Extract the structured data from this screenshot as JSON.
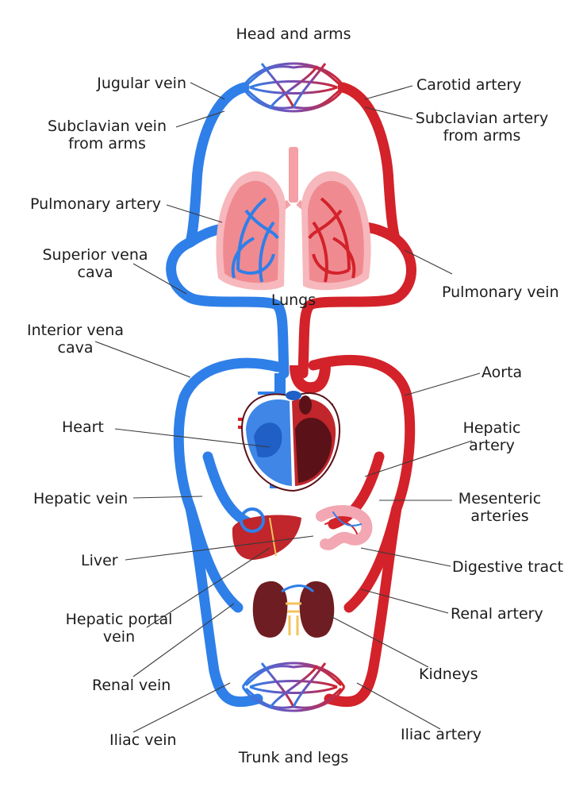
{
  "labels": {
    "head_and_arms": "Head and arms",
    "jugular_vein": "Jugular vein",
    "carotid_artery": "Carotid artery",
    "subclavian_vein_l1": "Subclavian vein",
    "subclavian_vein_l2": "from arms",
    "subclavian_artery_l1": "Subclavian artery",
    "subclavian_artery_l2": "from arms",
    "pulmonary_artery": "Pulmonary artery",
    "superior_vena_cava_l1": "Superior vena",
    "superior_vena_cava_l2": "cava",
    "lungs": "Lungs",
    "pulmonary_vein": "Pulmonary vein",
    "interior_vena_cava_l1": "Interior vena",
    "interior_vena_cava_l2": "cava",
    "aorta": "Aorta",
    "heart": "Heart",
    "hepatic_artery_l1": "Hepatic",
    "hepatic_artery_l2": "artery",
    "hepatic_vein": "Hepatic vein",
    "mesenteric_arteries_l1": "Mesenteric",
    "mesenteric_arteries_l2": "arteries",
    "liver": "Liver",
    "digestive_tract": "Digestive tract",
    "hepatic_portal_vein_l1": "Hepatic portal",
    "hepatic_portal_vein_l2": "vein",
    "renal_artery": "Renal artery",
    "kidneys": "Kidneys",
    "renal_vein": "Renal vein",
    "iliac_vein": "Iliac vein",
    "iliac_artery": "Iliac artery",
    "trunk_and_legs": "Trunk and legs"
  },
  "colors": {
    "vein_blue": "#2f7fe8",
    "artery_red": "#d3222a",
    "lung_pink": "#f4a0a6",
    "liver_red": "#c0262b",
    "kidney_brown": "#6e1d22",
    "heart_dark": "#5b1118"
  }
}
